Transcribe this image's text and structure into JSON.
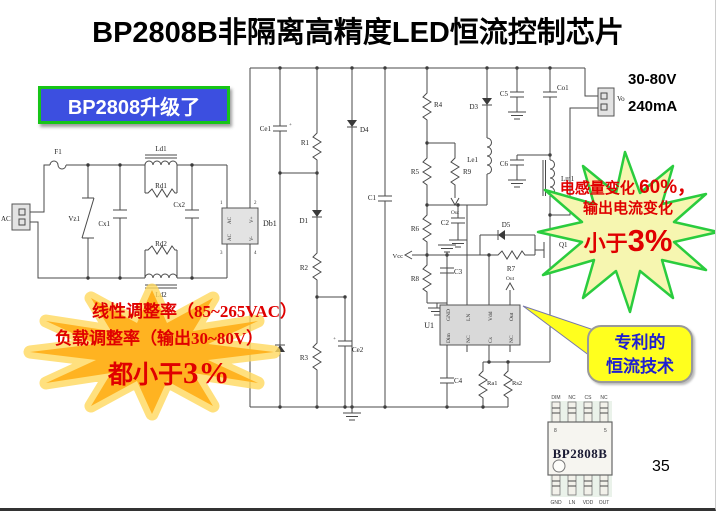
{
  "slide": {
    "title": "BP2808B非隔离高精度LED恒流控制芯片",
    "page_number": "35"
  },
  "upgrade_badge": {
    "label": "BP2808升级了"
  },
  "output_spec": {
    "voltage": "30-80V",
    "current": "240mA"
  },
  "inductance_burst": {
    "seg1": "电感量变化 ",
    "seg2": "60%，",
    "line2": "输出电流变化",
    "line3_prefix": "小于",
    "line3_value": "3%"
  },
  "regulation_burst": {
    "line1": "线性调整率（85~265VAC）",
    "line2": "负载调整率（输出30~80V）",
    "line3_prefix": "都小于",
    "line3_value": "3%"
  },
  "patent_callout": {
    "line1": "专利的",
    "line2": "恒流技术"
  },
  "package": {
    "part_number": "BP2808B",
    "top_pins": [
      "DIM",
      "NC",
      "CS",
      "NC"
    ],
    "bottom_pins": [
      "GND",
      "LN",
      "VDD",
      "OUT"
    ],
    "pin_number_left": "8",
    "pin_number_right": "5"
  },
  "schematic": {
    "labels": {
      "ac": "AC",
      "f1": "F1",
      "ld1": "Ld1",
      "rd1": "Rd1",
      "vz1": "Vz1",
      "cx1": "Cx1",
      "cx2": "Cx2",
      "rd2": "Rd2",
      "ld2": "Ld2",
      "db1": "Db1",
      "ce1": "Ce1",
      "r1": "R1",
      "d1": "D1",
      "d4": "D4",
      "c1": "C1",
      "r2": "R2",
      "r3": "R3",
      "ce2": "Ce2",
      "r4": "R4",
      "r5": "R5",
      "r9": "R9",
      "r6": "R6",
      "c2": "C2",
      "vcc": "Vcc",
      "r8": "R8",
      "c3": "C3",
      "u1": "U1",
      "d3": "D3",
      "le1": "Le1",
      "c5": "C5",
      "c6": "C6",
      "co1": "Co1",
      "lm1": "Lm1",
      "vo": "Vo",
      "d5": "D5",
      "r7": "R7",
      "q1": "Q1",
      "c4": "C4",
      "ra1": "Ra1",
      "rs2": "Rs2",
      "out": "Out",
      "plus": "+"
    },
    "bridge": {
      "pin_ac_top": "AC",
      "pin_ac_bottom": "AC",
      "pin_vplus": "V+",
      "pin_vminus": "V-",
      "num1": "1",
      "num2": "2",
      "num3": "3",
      "num4": "4"
    },
    "u1_pins": {
      "top": [
        "GND",
        "LN",
        "Vdd",
        "Out"
      ],
      "bottom": [
        "Dim",
        "NC",
        "Cs",
        "NC"
      ]
    },
    "connector_nums": [
      "1",
      "2"
    ]
  },
  "colors": {
    "badge_bg": "#3c4fe0",
    "badge_border": "#17c517",
    "burst_yellow_fill": "#f6f6b0",
    "burst_green_stroke": "#2acc3e",
    "burst_orange": "#ffb321",
    "burst_orange_glow": "#ffd95e",
    "callout_yellow": "#ffff1e",
    "text_red": "#e00000",
    "callout_blue": "#1f1fd0"
  }
}
